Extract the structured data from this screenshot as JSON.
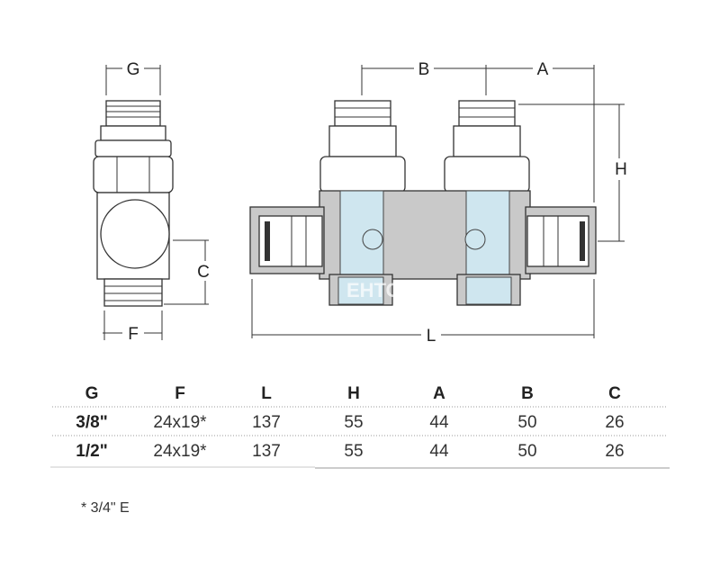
{
  "dimensions": {
    "G": "G",
    "F": "F",
    "C": "C",
    "B": "B",
    "A": "A",
    "H": "H",
    "L": "L"
  },
  "watermark": "ЕНТОР",
  "table": {
    "headers": [
      "G",
      "F",
      "L",
      "H",
      "A",
      "B",
      "C"
    ],
    "rows": [
      [
        "3/8\"",
        "24x19*",
        "137",
        "55",
        "44",
        "50",
        "26"
      ],
      [
        "1/2\"",
        "24x19*",
        "137",
        "55",
        "44",
        "50",
        "26"
      ]
    ]
  },
  "footnote": "* 3/4\" E",
  "colors": {
    "body": "#c9c9c9",
    "water": "#cfe6ef"
  }
}
